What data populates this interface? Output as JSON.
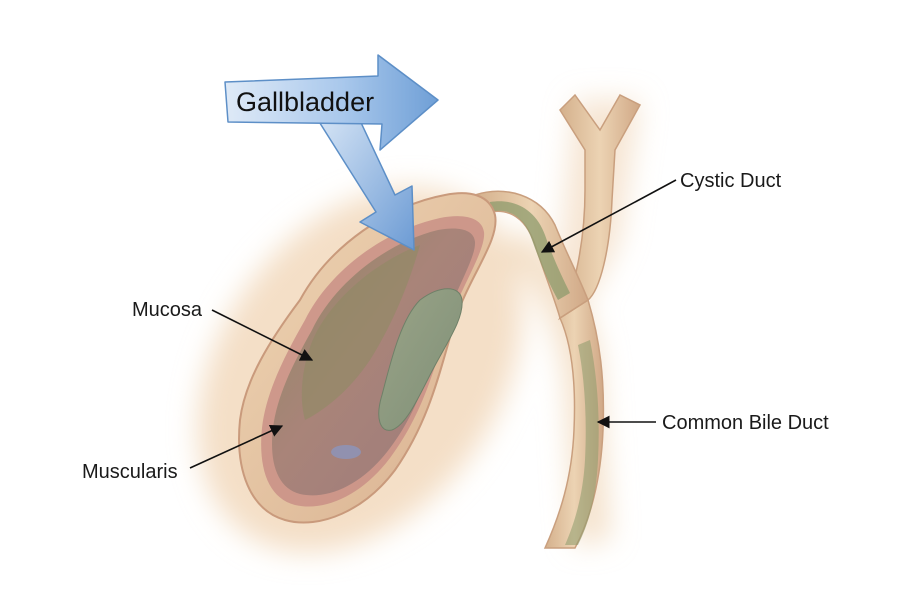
{
  "labels": {
    "title": "Gallbladder",
    "cystic_duct": "Cystic Duct",
    "mucosa": "Mucosa",
    "muscularis": "Muscularis",
    "common_bile_duct": "Common Bile Duct"
  },
  "colors": {
    "background": "#ffffff",
    "tissue_outer": "#e8c9a4",
    "tissue_edge": "#d9a98a",
    "muscularis_layer": "#c98f86",
    "lumen": "#a87d78",
    "bile": "#8f9c78",
    "duct_bile": "#8d9b6c",
    "arrow_fill": "#9fc3ea",
    "arrow_edge": "#5d8fc7",
    "glow": "#f3ddc2",
    "leader_line": "#111111"
  }
}
